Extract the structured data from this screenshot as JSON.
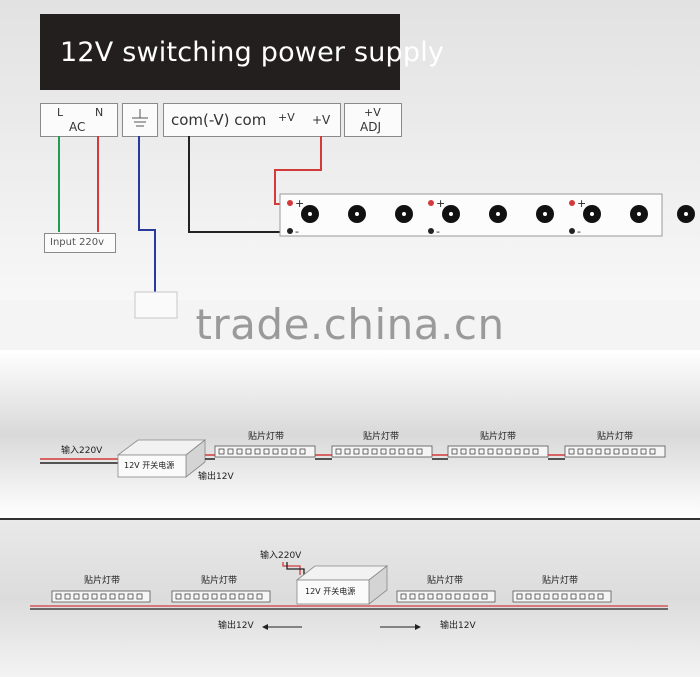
{
  "title": "12V switching power supply",
  "terminals": {
    "l": "L",
    "n": "N",
    "ac": "AC",
    "com_label": "com(-V) com",
    "com_v": "+V",
    "plus_v": "+V",
    "adj_top": "+V",
    "adj_bottom": "ADJ"
  },
  "input_label": "Input 220v",
  "led_strip": {
    "plus": "+",
    "minus": "-",
    "groups": 3
  },
  "watermark": "trade.china.cn",
  "panel1": {
    "input_label": "输入220V",
    "psu_label": "12V 开关电源",
    "output_label": "输出12V",
    "strip_labels": [
      "贴片灯带",
      "贴片灯带",
      "贴片灯带",
      "贴片灯带"
    ]
  },
  "panel2": {
    "input_label": "输入220V",
    "psu_label": "12V 开关电源",
    "output_left": "输出12V",
    "output_right": "输出12V",
    "strip_labels": [
      "贴片灯带",
      "贴片灯带",
      "贴片灯带",
      "贴片灯带"
    ]
  },
  "colors": {
    "title_bg": "#231f1f",
    "wire_green": "#1e9e4e",
    "wire_red": "#d33a3a",
    "wire_blue": "#2a3a9a",
    "wire_black": "#222222"
  }
}
